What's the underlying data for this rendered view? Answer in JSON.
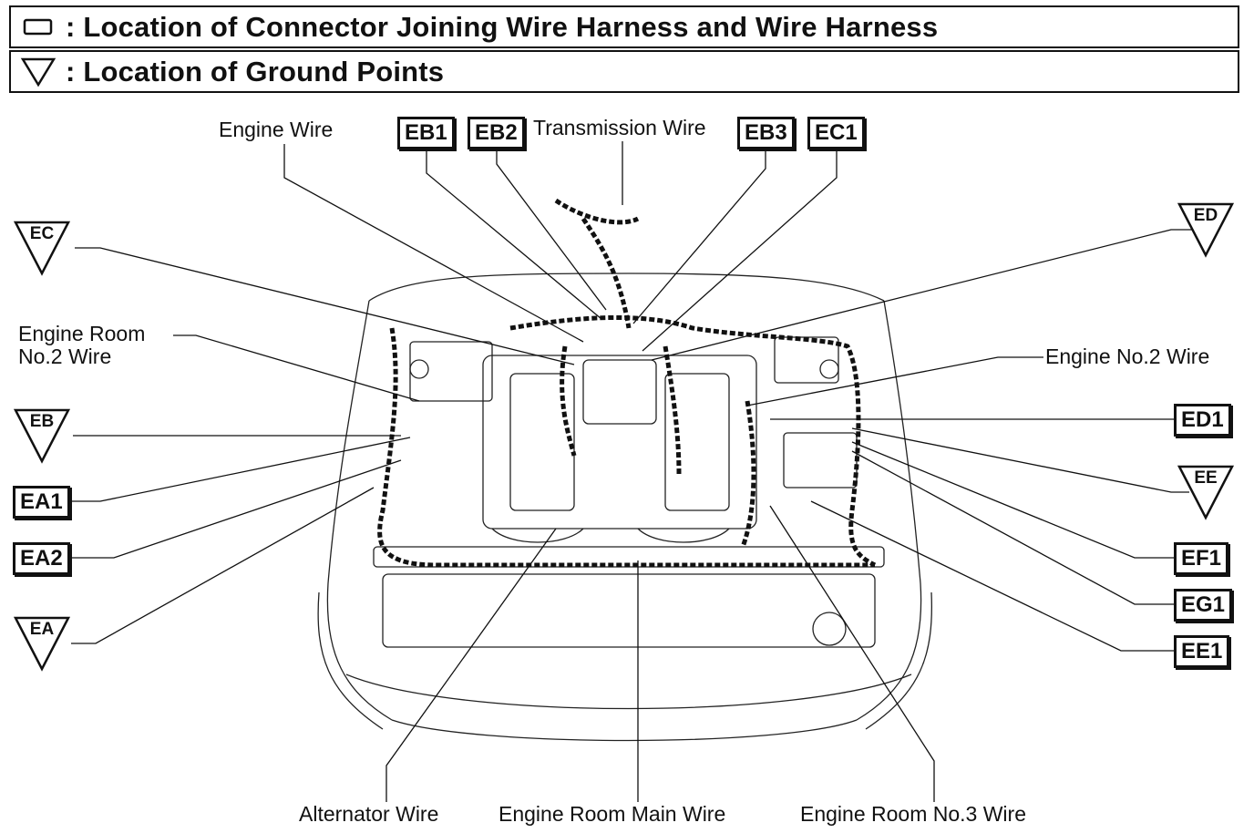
{
  "legend": {
    "connector_text": ": Location of Connector Joining Wire Harness and Wire Harness",
    "ground_text": ": Location of Ground Points"
  },
  "labels": {
    "engine_wire": "Engine Wire",
    "transmission_wire": "Transmission Wire",
    "engine_room_no2_wire_line1": "Engine Room",
    "engine_room_no2_wire_line2": "No.2 Wire",
    "engine_no2_wire": "Engine No.2 Wire",
    "alternator_wire": "Alternator Wire",
    "engine_room_main_wire": "Engine Room Main Wire",
    "engine_room_no3_wire": "Engine Room No.3 Wire"
  },
  "connectors": {
    "eb1": "EB1",
    "eb2": "EB2",
    "eb3": "EB3",
    "ec1": "EC1",
    "ea1": "EA1",
    "ea2": "EA2",
    "ed1": "ED1",
    "ef1": "EF1",
    "eg1": "EG1",
    "ee1": "EE1"
  },
  "grounds": {
    "ec": "EC",
    "eb": "EB",
    "ea": "EA",
    "ed": "ED",
    "ee": "EE"
  },
  "icons": {
    "connector_symbol": "rectangle-icon",
    "ground_symbol": "triangle-icon"
  }
}
